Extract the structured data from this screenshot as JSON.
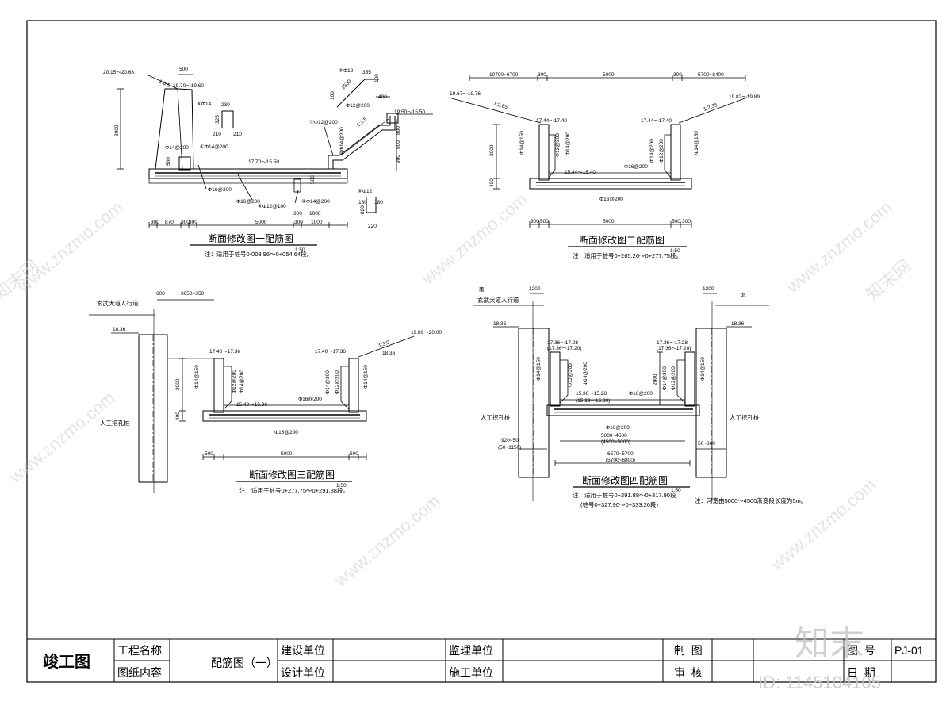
{
  "sections": {
    "s1": {
      "title": "断面修改图一配筋图",
      "scale": "1:50",
      "note": "注：适用于桩号0-003.96～0+054.64段。",
      "labels": {
        "elev_top": "20.15～20.68",
        "elev_wall": "19.70～19.60",
        "slope": "1:0.5",
        "w500": "500",
        "h3000": "3000",
        "r14": "⑤Φ14",
        "d230": "230",
        "d325": "325",
        "d210a": "210",
        "d210b": "210",
        "r1_200a": "Φ14@200",
        "r1_200b": "①Φ14@200",
        "elev_floor": "17.70～15.50",
        "r16_200a": "Φ16@200",
        "r16_200b": "Φ16@200",
        "r12_100": "⑥Φ12@100",
        "r14_200c": "④Φ14@200",
        "d300a": "300",
        "d1000a": "1000",
        "r12a": "⑥Φ12",
        "d355": "355",
        "d100a": "100",
        "d1530": "1530",
        "d100b": "100",
        "r12_200a": "Φ12@200",
        "d400": "400",
        "elev_right": "19.50～15.50",
        "r12_200b": "⑦Φ12@200",
        "r14_200d": "⑩Φ14@200",
        "slope2": "1:1.5",
        "d800": "800",
        "d500": "500",
        "d900": "900",
        "r12b": "⑥Φ12",
        "d180a": "180",
        "d180b": "180",
        "d220": "220",
        "d820": "820",
        "d5000": "5000",
        "d870": "870",
        "d300b": "300",
        "d300c": "300",
        "d300d": "300",
        "d300e": "300",
        "d1000b": "1000",
        "d580": "580",
        "d500b": "500"
      }
    },
    "s2": {
      "title": "断面修改图二配筋图",
      "scale": "1:50",
      "note": "注：适用于桩号0+265.26～0+277.75段。",
      "labels": {
        "dim_l": "10700~6700",
        "d300a": "300",
        "d5000": "5000",
        "d300b": "300",
        "dim_r": "5700~8400",
        "elev_l": "19.67～19.76",
        "elev_r": "19.82～19.89",
        "slope_l": "1:2.85",
        "slope_r": "1:2.35",
        "top_l": "17.44～17.40",
        "top_r": "17.44～17.40",
        "r1": "Φ14@150",
        "r2": "Φ12@200",
        "r3": "Φ14@200",
        "r4": "Φ14@200",
        "r5": "Φ12@200",
        "r6": "Φ14@150",
        "h2000": "2000",
        "h400": "400",
        "floor": "15.44～15.40",
        "r16a": "Φ16@200",
        "r16b": "Φ16@200",
        "d500a": "500",
        "d500b": "500",
        "d300c": "300",
        "d300d": "300",
        "d5000b": "5000"
      }
    },
    "s3": {
      "title": "断面修改图三配筋图",
      "scale": "1:50",
      "note": "注：适用于桩号0+277.75～0+291.88段。",
      "labels": {
        "d600": "600",
        "dim": "3650~350",
        "road": "玄武大道人行道",
        "e1": "18.36",
        "elev_r": "19.89～20.00",
        "slope": "1:3.0",
        "e2": "18.36",
        "top_l": "17.40～17.36",
        "top_r": "17.40～17.36",
        "r1": "Φ14@150",
        "r2": "Φ12@200",
        "r3": "Φ14@200",
        "r4": "Φ14@200",
        "r5": "Φ12@200",
        "r6": "Φ14@150",
        "h2000": "2000",
        "h400": "400",
        "floor": "15.40～15.36",
        "r16a": "Φ16@200",
        "r16b": "Φ16@200",
        "pile": "人工挖孔桩",
        "d5000": "5000",
        "d500a": "500",
        "d500b": "500"
      }
    },
    "s4": {
      "title": "断面修改图四配筋图",
      "scale": "1:50",
      "note1": "注：适用于桩号0+291.88～0+317.90段",
      "note2": "(桩号0+327.90～0+333.26段)",
      "note3": "注：河宽由5000～4500渐变段长度为5m。",
      "labels": {
        "south": "南",
        "north": "北",
        "d1200a": "1200",
        "d1200b": "1200",
        "road": "玄武大道人行道",
        "e1": "18.36",
        "e2": "18.36",
        "top_l1": "17.36～17.28",
        "top_l2": "(17.36～17.20)",
        "top_r1": "17.36～17.28",
        "top_r2": "(17.36～17.20)",
        "r1": "Φ14@150",
        "r2": "Φ12@200",
        "r3": "Φ14@200",
        "r4": "Φ14@200",
        "r5": "Φ12@200",
        "r6": "Φ14@150",
        "h2000": "2000",
        "fl1": "15.36～15.28",
        "fl2": "(15.36～15.20)",
        "r16a": "Φ16@200",
        "r16b": "Φ16@200",
        "pile_l": "人工挖孔桩",
        "pile_r": "人工挖孔桩",
        "d_l1": "920~50",
        "d_l2": "(50~1150)",
        "d_r": "50~300",
        "w1": "5000~4500",
        "w2": "(4500~5000)",
        "w3": "6570~5700",
        "w4": "(5700~6800)"
      }
    }
  },
  "titleblock": {
    "stamp": "竣工图",
    "project_name_label": "工程名称",
    "drawing_content_label": "图纸内容",
    "drawing_content": "配筋图（一）",
    "owner_label": "建设单位",
    "design_label": "设计单位",
    "supervisor_label": "监理单位",
    "builder_label": "施工单位",
    "drawn_label": "制  图",
    "review_label": "审  核",
    "sheet_no_label": "图  号",
    "sheet_no": "PJ-01",
    "date_label": "日  期"
  },
  "watermark": {
    "text": "www.znzmo.com",
    "brand": "知末网",
    "logo": "知末",
    "id": "ID: 1145104105"
  }
}
